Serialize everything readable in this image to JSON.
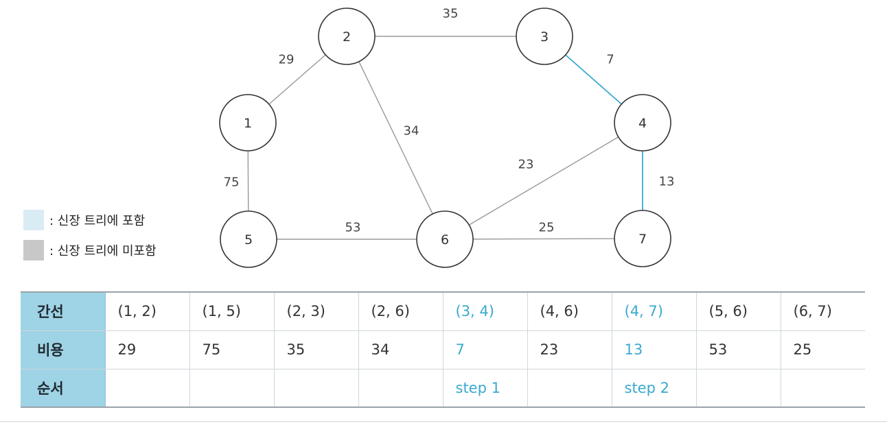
{
  "graph": {
    "nodes": [
      {
        "id": "1",
        "label": "1"
      },
      {
        "id": "2",
        "label": "2"
      },
      {
        "id": "3",
        "label": "3"
      },
      {
        "id": "4",
        "label": "4"
      },
      {
        "id": "5",
        "label": "5"
      },
      {
        "id": "6",
        "label": "6"
      },
      {
        "id": "7",
        "label": "7"
      }
    ],
    "edges": [
      {
        "from": "1",
        "to": "2",
        "weight": "29",
        "in_tree": false
      },
      {
        "from": "1",
        "to": "5",
        "weight": "75",
        "in_tree": false
      },
      {
        "from": "2",
        "to": "3",
        "weight": "35",
        "in_tree": false
      },
      {
        "from": "2",
        "to": "6",
        "weight": "34",
        "in_tree": false
      },
      {
        "from": "3",
        "to": "4",
        "weight": "7",
        "in_tree": true
      },
      {
        "from": "4",
        "to": "6",
        "weight": "23",
        "in_tree": false
      },
      {
        "from": "4",
        "to": "7",
        "weight": "13",
        "in_tree": true
      },
      {
        "from": "5",
        "to": "6",
        "weight": "53",
        "in_tree": false
      },
      {
        "from": "6",
        "to": "7",
        "weight": "25",
        "in_tree": false
      }
    ],
    "colors": {
      "tree_edge": "#3aa9cf",
      "other_edge": "#999999"
    }
  },
  "legend": {
    "included": {
      "text": ": 신장 트리에 포함",
      "color": "#d9ecf4"
    },
    "excluded": {
      "text": ": 신장 트리에 미포함",
      "color": "#c8c8c8"
    }
  },
  "table": {
    "rows": [
      {
        "header": "간선",
        "cells": [
          "(1, 2)",
          "(1, 5)",
          "(2, 3)",
          "(2, 6)",
          "(3, 4)",
          "(4, 6)",
          "(4, 7)",
          "(5, 6)",
          "(6, 7)"
        ]
      },
      {
        "header": "비용",
        "cells": [
          "29",
          "75",
          "35",
          "34",
          "7",
          "23",
          "13",
          "53",
          "25"
        ]
      },
      {
        "header": "순서",
        "cells": [
          "",
          "",
          "",
          "",
          "step 1",
          "",
          "step 2",
          "",
          ""
        ]
      }
    ],
    "highlight_columns": [
      4,
      6
    ],
    "header_color": "#9fd3e6",
    "highlight_color": "#3aa9cf"
  }
}
